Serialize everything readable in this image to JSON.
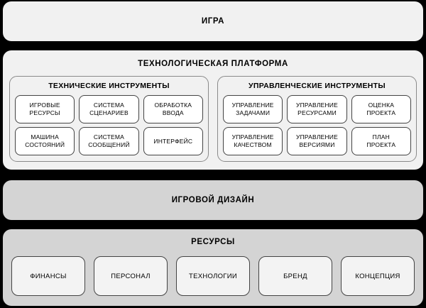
{
  "diagram": {
    "bands": {
      "game": {
        "title": "ИГРА"
      },
      "platform": {
        "title": "ТЕХНОЛОГИЧЕСКАЯ ПЛАТФОРМА"
      },
      "design": {
        "title": "ИГРОВОЙ ДИЗАЙН"
      },
      "resources": {
        "title": "РЕСУРСЫ"
      }
    },
    "platform_groups": [
      {
        "title": "ТЕХНИЧЕСКИЕ ИНСТРУМЕНТЫ",
        "items": [
          "ИГРОВЫЕ\nРЕСУРСЫ",
          "СИСТЕМА\nСЦЕНАРИЕВ",
          "ОБРАБОТКА\nВВОДА",
          "МАШИНА\nСОСТОЯНИЙ",
          "СИСТЕМА\nСООБЩЕНИЙ",
          "ИНТЕРФЕЙС"
        ]
      },
      {
        "title": "УПРАВЛЕНЧЕСКИЕ ИНСТРУМЕНТЫ",
        "items": [
          "УПРАВЛЕНИЕ\nЗАДАЧАМИ",
          "УПРАВЛЕНИЕ\nРЕСУРСАМИ",
          "ОЦЕНКА\nПРОЕКТА",
          "УПРАВЛЕНИЕ\nКАЧЕСТВОМ",
          "УПРАВЛЕНИЕ\nВЕРСИЯМИ",
          "ПЛАН\nПРОЕКТА"
        ]
      }
    ],
    "resources_items": [
      "ФИНАНСЫ",
      "ПЕРСОНАЛ",
      "ТЕХНОЛОГИИ",
      "БРЕНД",
      "КОНЦЕПЦИЯ"
    ],
    "colors": {
      "background": "#000000",
      "band_light": "#f1f1f1",
      "band_gray": "#d4d4d4",
      "cell_fill": "#ffffff",
      "resource_cell_fill": "#f3f3f3",
      "cell_border": "#444444",
      "group_border": "#8a8a8a",
      "text": "#000000"
    }
  }
}
